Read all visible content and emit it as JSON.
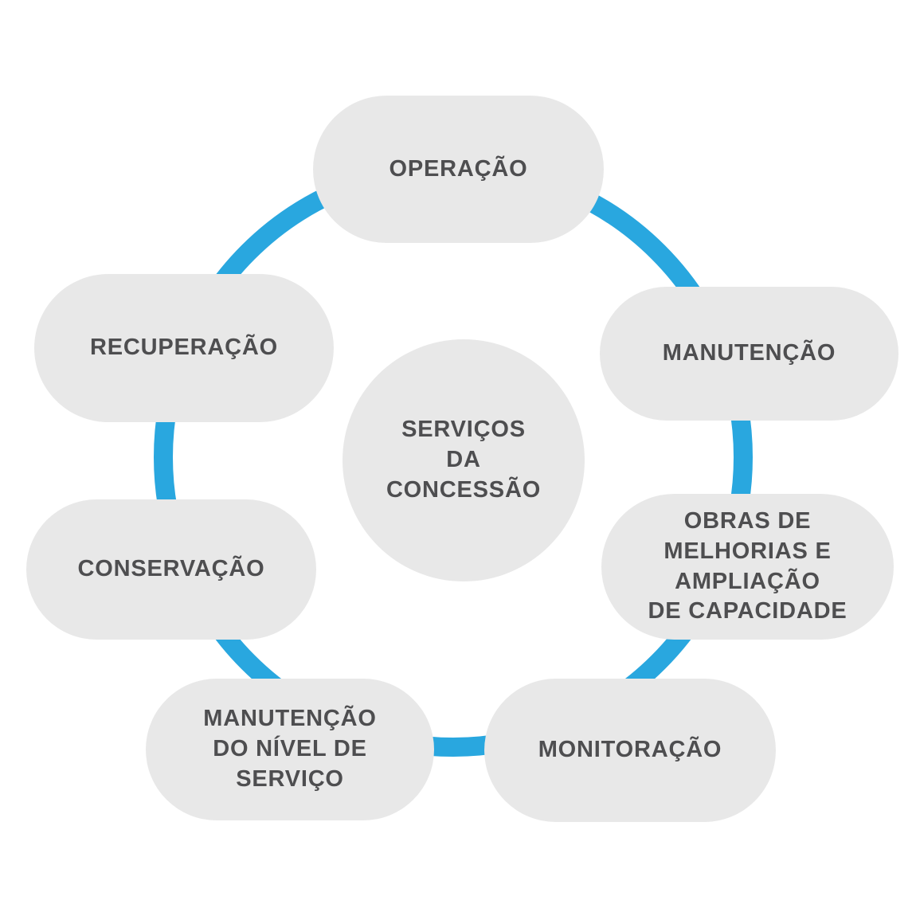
{
  "diagram": {
    "center": {
      "label": "SERVIÇOS\nDA\nCONCESSÃO"
    },
    "nodes": [
      {
        "id": "operacao",
        "label": "OPERAÇÃO"
      },
      {
        "id": "manutencao",
        "label": "MANUTENÇÃO"
      },
      {
        "id": "obras",
        "label": "OBRAS DE\nMELHORIAS E\nAMPLIAÇÃO\nDE CAPACIDADE"
      },
      {
        "id": "monitoracao",
        "label": "MONITORAÇÃO"
      },
      {
        "id": "manutencao_nivel",
        "label": "MANUTENÇÃO\nDO NÍVEL DE\nSERVIÇO"
      },
      {
        "id": "conservacao",
        "label": "CONSERVAÇÃO"
      },
      {
        "id": "recuperacao",
        "label": "RECUPERAÇÃO"
      }
    ]
  },
  "colors": {
    "ring": "#29A7DF",
    "node_background": "#E8E8E8",
    "text": "#4E4E50",
    "background": "#FFFFFF"
  }
}
